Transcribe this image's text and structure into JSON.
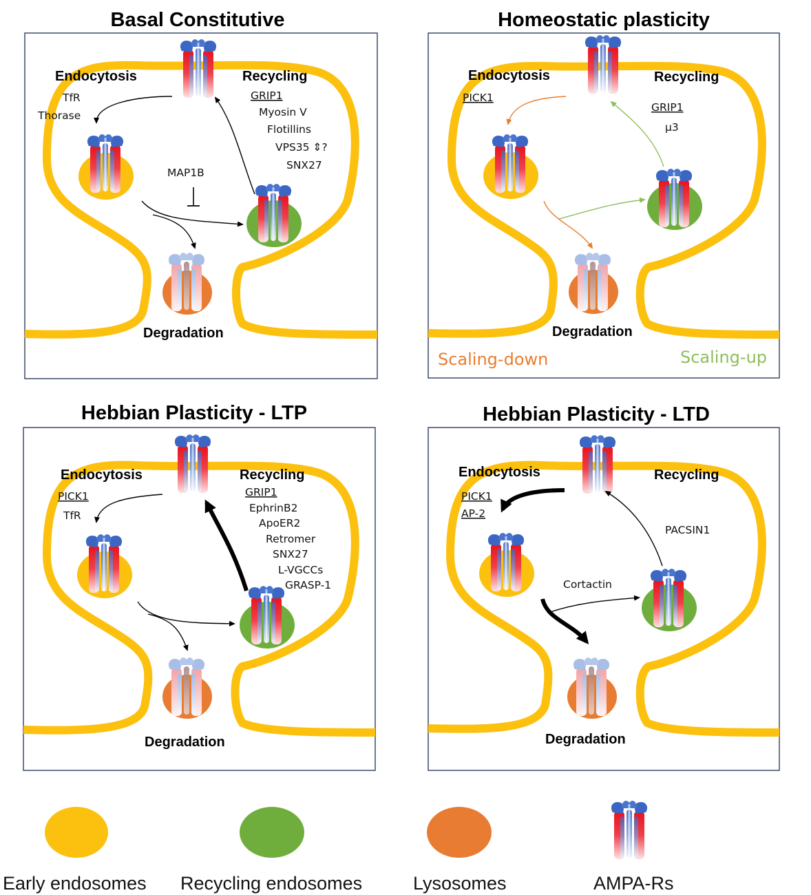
{
  "colors": {
    "membrane": "#FCC00F",
    "early_endosome": "#FCC00F",
    "recycling_endosome": "#6FAE3C",
    "lysosome": "#E87C33",
    "scaling_down": "#E97D31",
    "scaling_up": "#8DBE5C",
    "receptor_red": "#EE1C24",
    "receptor_blue": "#3F6FC6"
  },
  "panels": {
    "basal": {
      "title": "Basal Constitutive",
      "endocytosis": "Endocytosis",
      "recycling": "Recycling",
      "degradation": "Degradation",
      "endo_molecules": [
        "TfR",
        "Thorase"
      ],
      "recycling_molecules": [
        "GRIP1",
        "Myosin V",
        "Flotillins",
        "VPS35 ⇕?",
        "SNX27"
      ],
      "inhibitor": "MAP1B"
    },
    "homeostatic": {
      "title": "Homeostatic plasticity",
      "endocytosis": "Endocytosis",
      "recycling": "Recycling",
      "degradation": "Degradation",
      "endo_molecules": [
        "PICK1"
      ],
      "recycling_molecules": [
        "GRIP1",
        "µ3"
      ],
      "scaling_down": "Scaling-down",
      "scaling_up": "Scaling-up"
    },
    "ltp": {
      "title": "Hebbian Plasticity - LTP",
      "endocytosis": "Endocytosis",
      "recycling": "Recycling",
      "degradation": "Degradation",
      "endo_molecules": [
        "PICK1",
        "TfR"
      ],
      "recycling_molecules": [
        "GRIP1",
        "EphrinB2",
        "ApoER2",
        "Retromer",
        "SNX27",
        "L-VGCCs",
        "GRASP-1"
      ]
    },
    "ltd": {
      "title": "Hebbian Plasticity - LTD",
      "endocytosis": "Endocytosis",
      "recycling": "Recycling",
      "degradation": "Degradation",
      "endo_molecules": [
        "PICK1",
        "AP-2"
      ],
      "recycling_molecules": [
        "PACSIN1"
      ],
      "middle_molecule": "Cortactin"
    }
  },
  "legend": {
    "early_endosomes": "Early endosomes",
    "recycling_endosomes": "Recycling endosomes",
    "lysosomes": "Lysosomes",
    "ampa": "AMPA-Rs"
  }
}
